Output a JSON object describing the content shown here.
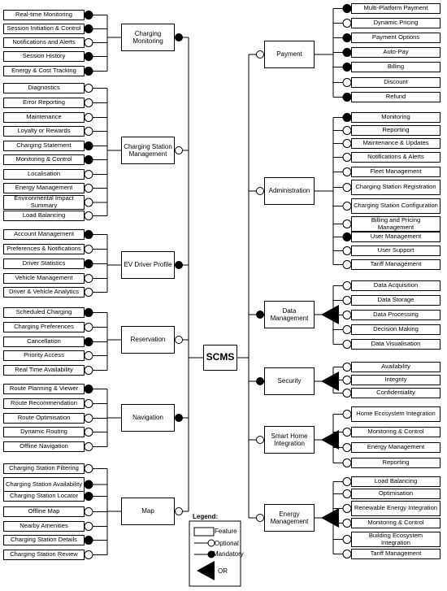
{
  "root": "SCMS",
  "legend": {
    "title": "Legend:",
    "feature": "Feature",
    "optional": "Optional",
    "mandatory": "Mandatory",
    "or": "OR"
  },
  "left_groups": [
    {
      "label": "Charging Monitoring",
      "mandatory": true,
      "children": [
        {
          "label": "Real-time Monitoring",
          "mandatory": true
        },
        {
          "label": "Session Initiation & Control",
          "mandatory": true
        },
        {
          "label": "Notifications and Alerts",
          "mandatory": false
        },
        {
          "label": "Session History",
          "mandatory": true
        },
        {
          "label": "Energy & Cost Tracking",
          "mandatory": true
        }
      ]
    },
    {
      "label": "Charging Station Management",
      "mandatory": false,
      "children": [
        {
          "label": "Diagnostics",
          "mandatory": false
        },
        {
          "label": "Error Reporting",
          "mandatory": false
        },
        {
          "label": "Maintenance",
          "mandatory": false
        },
        {
          "label": "Loyalty or Rewards",
          "mandatory": false
        },
        {
          "label": "Charging Statement",
          "mandatory": true
        },
        {
          "label": "Monitoring & Control",
          "mandatory": true
        },
        {
          "label": "Localisation",
          "mandatory": false
        },
        {
          "label": "Energy Management",
          "mandatory": false
        },
        {
          "label": "Environmental Impact Summary",
          "mandatory": false
        },
        {
          "label": "Load Balancing",
          "mandatory": false
        }
      ]
    },
    {
      "label": "EV Driver Profile",
      "mandatory": true,
      "children": [
        {
          "label": "Account Management",
          "mandatory": true
        },
        {
          "label": "Preferences & Notifications",
          "mandatory": false
        },
        {
          "label": "Driver Statistics",
          "mandatory": true
        },
        {
          "label": "Vehicle Management",
          "mandatory": false
        },
        {
          "label": "Driver & Vehicle Analytics",
          "mandatory": false
        }
      ]
    },
    {
      "label": "Reservation",
      "mandatory": false,
      "children": [
        {
          "label": "Scheduled Charging",
          "mandatory": true
        },
        {
          "label": "Charging Preferences",
          "mandatory": false
        },
        {
          "label": "Cancellation",
          "mandatory": true
        },
        {
          "label": "Priority Access",
          "mandatory": false
        },
        {
          "label": "Real Time Availability",
          "mandatory": false
        }
      ]
    },
    {
      "label": "Navigation",
      "mandatory": true,
      "children": [
        {
          "label": "Route Planning & Viewer",
          "mandatory": true
        },
        {
          "label": "Route Recommendation",
          "mandatory": false
        },
        {
          "label": "Route Optimisation",
          "mandatory": false
        },
        {
          "label": "Dynamic Routing",
          "mandatory": false
        },
        {
          "label": "Offline Navigation",
          "mandatory": false
        }
      ]
    },
    {
      "label": "Map",
      "mandatory": false,
      "children": [
        {
          "label": "Charging Station Filtering",
          "mandatory": false
        },
        {
          "label": "Charging Station Availability",
          "mandatory": true
        },
        {
          "label": "Charging Station Locator",
          "mandatory": true
        },
        {
          "label": "Offline Map",
          "mandatory": false
        },
        {
          "label": "Nearby Amenities",
          "mandatory": false
        },
        {
          "label": "Charging Station Details",
          "mandatory": true
        },
        {
          "label": "Charging Station Review",
          "mandatory": false
        }
      ]
    }
  ],
  "right_groups": [
    {
      "label": "Payment",
      "mandatory": false,
      "or_group": false,
      "children": [
        {
          "label": "Multi-Platform Payment",
          "mandatory": true
        },
        {
          "label": "Dynamic Pricing",
          "mandatory": false
        },
        {
          "label": "Payment Options",
          "mandatory": true
        },
        {
          "label": "Auto-Pay",
          "mandatory": true
        },
        {
          "label": "Billing",
          "mandatory": true
        },
        {
          "label": "Discount",
          "mandatory": false
        },
        {
          "label": "Refund",
          "mandatory": true
        }
      ]
    },
    {
      "label": "Administration",
      "mandatory": false,
      "or_group": false,
      "children": [
        {
          "label": "Monitoring",
          "mandatory": true
        },
        {
          "label": "Reporting",
          "mandatory": false
        },
        {
          "label": "Maintenance & Updates",
          "mandatory": false
        },
        {
          "label": "Notifications & Alerts",
          "mandatory": false
        },
        {
          "label": "Fleet Management",
          "mandatory": false
        },
        {
          "label": "Charging Station Registration",
          "mandatory": false
        },
        {
          "label": "Charging Station Configuration",
          "mandatory": false
        },
        {
          "label": "Billing and Pricing Management",
          "mandatory": false
        },
        {
          "label": "User Management",
          "mandatory": true
        },
        {
          "label": "User Support",
          "mandatory": false
        },
        {
          "label": "Tariff Management",
          "mandatory": false
        }
      ]
    },
    {
      "label": "Data Management",
      "mandatory": true,
      "or_group": true,
      "children": [
        {
          "label": "Data Acquisition",
          "mandatory": false
        },
        {
          "label": "Data Storage",
          "mandatory": false
        },
        {
          "label": "Data Processing",
          "mandatory": false
        },
        {
          "label": "Decision Making",
          "mandatory": false
        },
        {
          "label": "Data Visualisation",
          "mandatory": false
        }
      ]
    },
    {
      "label": "Security",
      "mandatory": true,
      "or_group": true,
      "children": [
        {
          "label": "Availability",
          "mandatory": false
        },
        {
          "label": "Integrity",
          "mandatory": false
        },
        {
          "label": "Confidentiality",
          "mandatory": false
        }
      ]
    },
    {
      "label": "Smart Home Integration",
      "mandatory": false,
      "or_group": true,
      "children": [
        {
          "label": "Home Ecosystem Integration",
          "mandatory": false
        },
        {
          "label": "Monitoring & Control",
          "mandatory": false
        },
        {
          "label": "Energy Management",
          "mandatory": false
        },
        {
          "label": "Reporting",
          "mandatory": false
        }
      ]
    },
    {
      "label": "Energy Management",
      "mandatory": false,
      "or_group": true,
      "children": [
        {
          "label": "Load Balancing",
          "mandatory": false
        },
        {
          "label": "Optimisation",
          "mandatory": false
        },
        {
          "label": "Renewable Energy Integration",
          "mandatory": false
        },
        {
          "label": "Monitoring & Control",
          "mandatory": false
        },
        {
          "label": "Building Ecosystem Integration",
          "mandatory": false
        },
        {
          "label": "Tariff Management",
          "mandatory": false
        }
      ]
    }
  ]
}
